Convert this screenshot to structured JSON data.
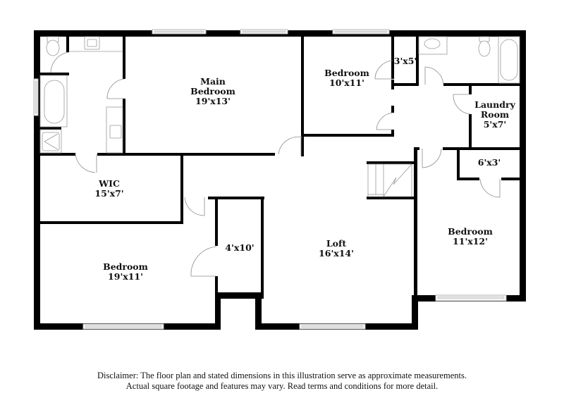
{
  "floor_plan": {
    "rooms": [
      {
        "id": "main-bedroom",
        "name_lines": [
          "Main",
          "Bedroom"
        ],
        "dimensions": "19'x13'"
      },
      {
        "id": "bedroom-1",
        "name_lines": [
          "Bedroom"
        ],
        "dimensions": "10'x11'"
      },
      {
        "id": "closet-3x5",
        "name_lines": [],
        "dimensions": "3'x5'"
      },
      {
        "id": "laundry-room",
        "name_lines": [
          "Laundry",
          "Room"
        ],
        "dimensions": "5'x7'"
      },
      {
        "id": "closet-6x3",
        "name_lines": [],
        "dimensions": "6'x3'"
      },
      {
        "id": "wic",
        "name_lines": [
          "WIC"
        ],
        "dimensions": "15'x7'"
      },
      {
        "id": "closet-4x10",
        "name_lines": [],
        "dimensions": "4'x10'"
      },
      {
        "id": "loft",
        "name_lines": [
          "Loft"
        ],
        "dimensions": "16'x14'"
      },
      {
        "id": "bedroom-2",
        "name_lines": [
          "Bedroom"
        ],
        "dimensions": "11'x12'"
      },
      {
        "id": "bedroom-3",
        "name_lines": [
          "Bedroom"
        ],
        "dimensions": "19'x11'"
      }
    ],
    "labels": {
      "main_bedroom_l1": "Main",
      "main_bedroom_l2": "Bedroom",
      "main_bedroom_dim": "19'x13'",
      "bedroom1_name": "Bedroom",
      "bedroom1_dim": "10'x11'",
      "closet_3x5": "3'x5'",
      "laundry_l1": "Laundry",
      "laundry_l2": "Room",
      "laundry_dim": "5'x7'",
      "closet_6x3": "6'x3'",
      "wic_name": "WIC",
      "wic_dim": "15'x7'",
      "closet_4x10": "4'x10'",
      "loft_name": "Loft",
      "loft_dim": "16'x14'",
      "bedroom2_name": "Bedroom",
      "bedroom2_dim": "11'x12'",
      "bedroom3_name": "Bedroom",
      "bedroom3_dim": "19'x11'"
    },
    "colors": {
      "wall": "#000000",
      "fixture_stroke": "#9a9a9a",
      "window": "#b5b5b5",
      "background": "#ffffff"
    }
  },
  "disclaimer": {
    "line1": "Disclaimer: The floor plan and stated dimensions in this illustration serve as approximate measurements.",
    "line2": "Actual square footage and features may vary. Read terms and conditions for more detail."
  }
}
